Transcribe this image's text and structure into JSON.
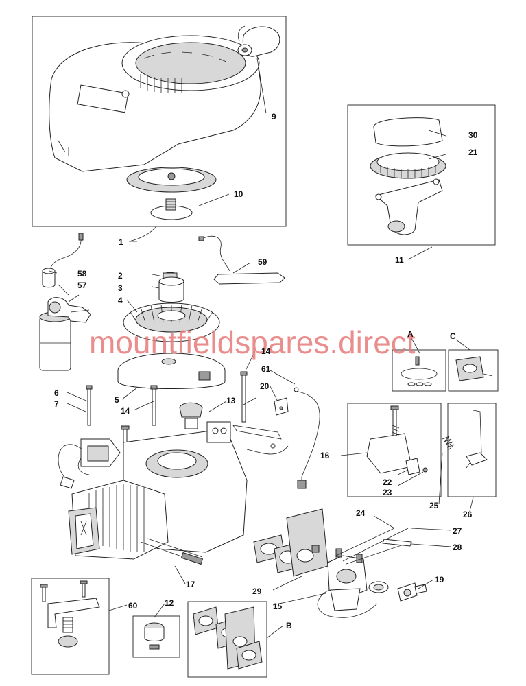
{
  "callouts": {
    "c1": "1",
    "c2": "2",
    "c3": "3",
    "c4": "4",
    "c5": "5",
    "c6": "6",
    "c7": "7",
    "c9": "9",
    "c10": "10",
    "c11": "11",
    "c12": "12",
    "c13": "13",
    "c14a": "14",
    "c14b": "14",
    "c15": "15",
    "c16": "16",
    "c17": "17",
    "c19": "19",
    "c20": "20",
    "c21": "21",
    "c22": "22",
    "c23": "23",
    "c24": "24",
    "c25": "25",
    "c26": "26",
    "c27": "27",
    "c28": "28",
    "c29": "29",
    "c30": "30",
    "c57": "57",
    "c58": "58",
    "c59": "59",
    "c60": "60",
    "c61": "61",
    "cA": "A",
    "cB": "B",
    "cC": "C"
  },
  "watermark": "mountfieldspares.direct"
}
